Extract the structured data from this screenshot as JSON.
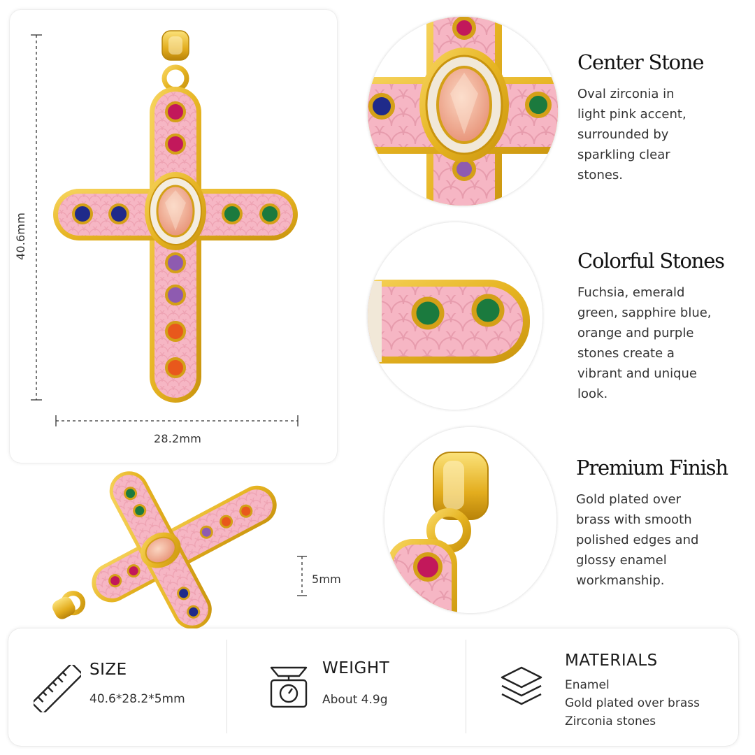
{
  "dimensions": {
    "height": "40.6mm",
    "width": "28.2mm",
    "depth": "5mm"
  },
  "features": [
    {
      "title": "Center Stone",
      "lines": [
        "Oval zirconia in",
        "light pink accent,",
        "surrounded by",
        "sparkling clear",
        "stones."
      ]
    },
    {
      "title": "Colorful Stones",
      "lines": [
        "Fuchsia, emerald",
        "green, sapphire blue,",
        "orange and purple",
        "stones create a",
        "vibrant and unique",
        "look."
      ]
    },
    {
      "title": "Premium Finish",
      "lines": [
        "Gold plated over",
        "brass with smooth",
        "polished edges and",
        "glossy enamel",
        "workmanship."
      ]
    }
  ],
  "specs": {
    "size": {
      "title": "SIZE",
      "value": "40.6*28.2*5mm",
      "icon": "ruler-icon"
    },
    "weight": {
      "title": "WEIGHT",
      "value": "About 4.9g",
      "icon": "scale-icon"
    },
    "materials": {
      "title": "MATERIALS",
      "values": [
        "Enamel",
        "Gold plated over brass",
        "Zirconia stones"
      ],
      "icon": "layers-icon"
    }
  },
  "colors": {
    "gold": "#e6b422",
    "gold_dark": "#b8860b",
    "enamel_pink": "#f6b6c4",
    "fuchsia": "#c2185b",
    "emerald": "#1b7a3e",
    "sapphire": "#1f2a8a",
    "orange": "#e8581c",
    "purple": "#8e5bb0",
    "champagne": "#f3b59a"
  }
}
